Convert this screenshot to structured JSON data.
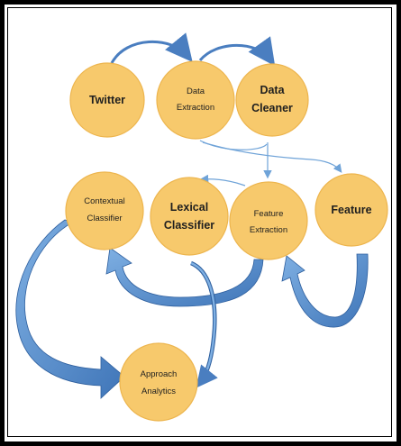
{
  "colors": {
    "node_fill": "#F7C96C",
    "node_stroke": "#EDB54E",
    "arrow_blue": "#5B8FCB",
    "arrow_blue_dark": "#2E5F9E",
    "connector": "#6FA3D8"
  },
  "nodes": {
    "twitter": {
      "lines": [
        "Twitter"
      ]
    },
    "data_extraction": {
      "lines": [
        "Data",
        "Extraction"
      ]
    },
    "data_cleaner": {
      "lines": [
        "Data",
        "Cleaner"
      ]
    },
    "contextual_classifier": {
      "lines": [
        "Contextual",
        "Classifier"
      ]
    },
    "lexical_classifier": {
      "lines": [
        "Lexical",
        "Classifier"
      ]
    },
    "feature_extraction": {
      "lines": [
        "Feature",
        "Extraction"
      ]
    },
    "feature": {
      "lines": [
        "Feature"
      ]
    },
    "approach_analytics": {
      "lines": [
        "Approach",
        "Analytics"
      ]
    }
  }
}
